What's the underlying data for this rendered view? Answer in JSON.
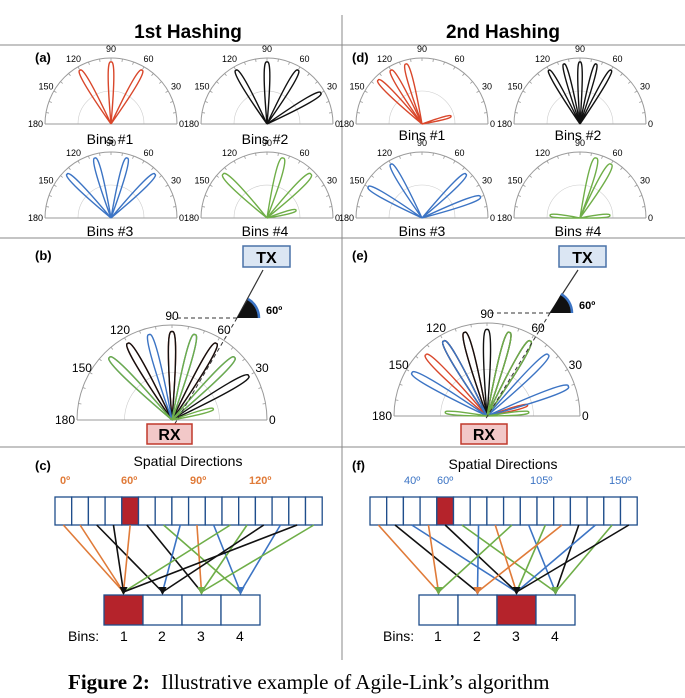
{
  "header": {
    "left": "1st Hashing",
    "right": "2nd Hashing"
  },
  "panels": {
    "a": "(a)",
    "b": "(b)",
    "c": "(c)",
    "d": "(d)",
    "e": "(e)",
    "f": "(f)"
  },
  "polar_ticks": {
    "t180": "180",
    "t150": "150",
    "t120": "120",
    "t90": "90",
    "t60": "60",
    "t30": "30",
    "t0": "0"
  },
  "bins": {
    "b1": "Bins #1",
    "b2": "Bins #2",
    "b3": "Bins #3",
    "b4": "Bins #4"
  },
  "link": {
    "tx": "TX",
    "rx": "RX",
    "angle": "60º"
  },
  "spatial": {
    "title": "Spatial Directions",
    "bins_label": "Bins:",
    "bin_numbers": [
      "1",
      "2",
      "3",
      "4"
    ]
  },
  "dir_labels_left": [
    "0º",
    "60º",
    "90º",
    "120º"
  ],
  "dir_labels_right": [
    "40º",
    "60º",
    "105º",
    "150º"
  ],
  "caption": {
    "label": "Figure 2:",
    "text": "Illustrative example of Agile-Link’s algorithm"
  },
  "colors": {
    "red": "#d9472b",
    "black": "#111111",
    "blue": "#3c74c4",
    "green": "#6fae48",
    "orange": "#e07b39",
    "cell_red": "#b5232b",
    "box_blue": "#1f4e8c",
    "tx_fill": "#dbe6f3",
    "rx_fill": "#f2c8c8",
    "rx_stroke": "#c0392b",
    "grid": "#9a9a9a"
  },
  "beam_groups": {
    "a_red": [
      60,
      90,
      120
    ],
    "a_black": [
      30,
      60,
      90,
      120
    ],
    "a_blue": [
      45,
      75,
      105,
      135
    ],
    "a_green": [
      15,
      45,
      75,
      135
    ],
    "d_red": [
      15,
      105,
      120,
      135
    ],
    "d_black": [
      60,
      75,
      90,
      105,
      120
    ],
    "d_blue": [
      20,
      45,
      120,
      150
    ],
    "d_green": [
      5,
      60,
      75,
      175
    ]
  }
}
